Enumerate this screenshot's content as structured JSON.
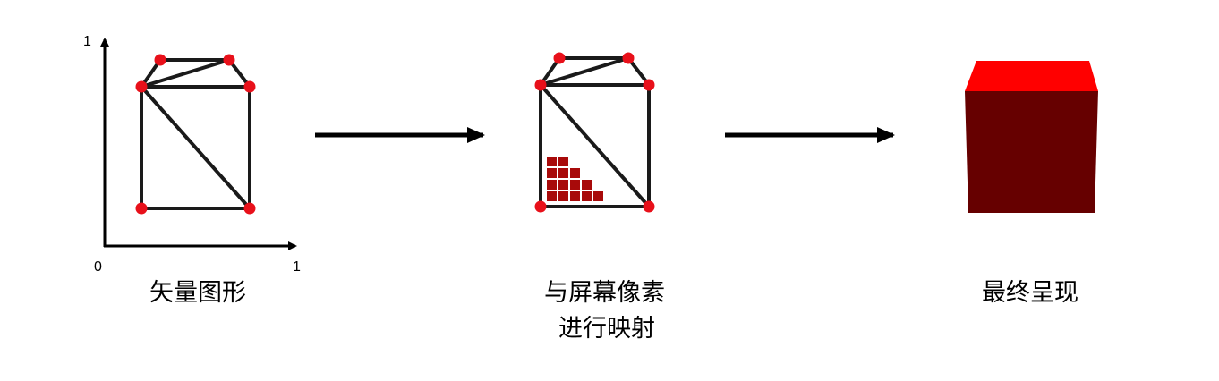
{
  "colors": {
    "stroke": "#1a1a1a",
    "vertex": "#e8101a",
    "pixel": "#a80a0a",
    "cube_top": "#ff0000",
    "cube_front": "#660000"
  },
  "axes": {
    "y_max_label": "1",
    "origin_label": "0",
    "x_max_label": "1"
  },
  "stages": [
    {
      "caption": "矢量图形"
    },
    {
      "caption_line1": "与屏幕像素",
      "caption_line2": "进行映射"
    },
    {
      "caption": "最终呈现"
    }
  ]
}
